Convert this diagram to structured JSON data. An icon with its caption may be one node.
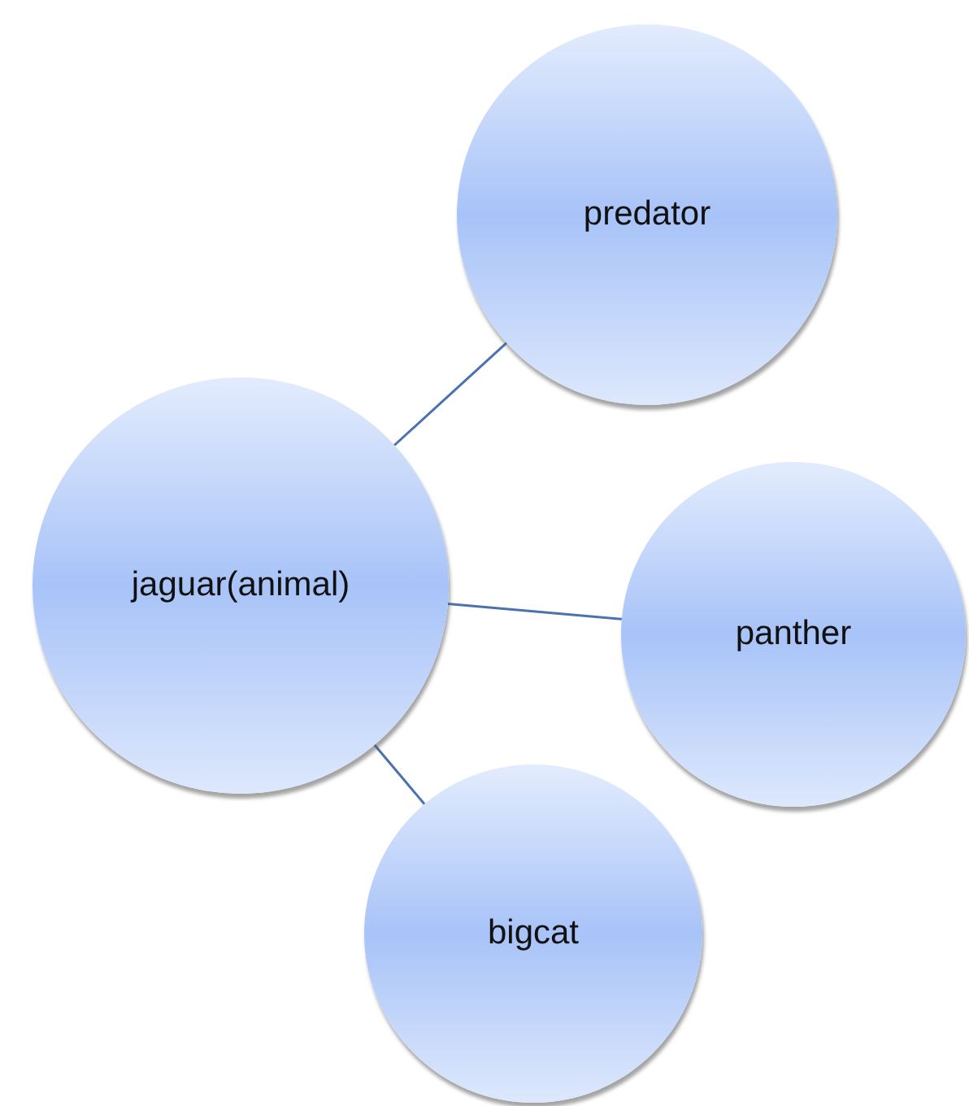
{
  "diagram": {
    "nodes": [
      {
        "text": [
          "predator"
        ]
      },
      {
        "text": [
          "jaguar(animal)"
        ]
      },
      {
        "text": [
          "panther"
        ]
      },
      {
        "text": [
          "bigcat"
        ]
      }
    ],
    "edges": [
      {
        "from": 1,
        "to": 0,
        "arrow": "none"
      },
      {
        "from": 1,
        "to": 2,
        "arrow": "none"
      },
      {
        "from": 1,
        "to": 3,
        "arrow": "none"
      }
    ]
  }
}
